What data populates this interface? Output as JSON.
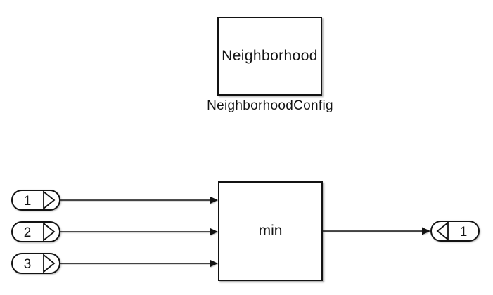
{
  "diagram": {
    "background_color": "#ffffff",
    "stroke_color": "#131313",
    "fill_color": "#ffffff"
  },
  "blocks": {
    "neighborhood": {
      "text": "Neighborhood",
      "caption": "NeighborhoodConfig"
    },
    "min": {
      "text": "min"
    }
  },
  "ports": {
    "inports": [
      {
        "number": "1"
      },
      {
        "number": "2"
      },
      {
        "number": "3"
      }
    ],
    "outport": {
      "number": "1"
    }
  },
  "icons": {
    "inport_glyph": "chevron-right",
    "outport_glyph": "chevron-left",
    "wire_end": "filled-arrowhead-right"
  }
}
